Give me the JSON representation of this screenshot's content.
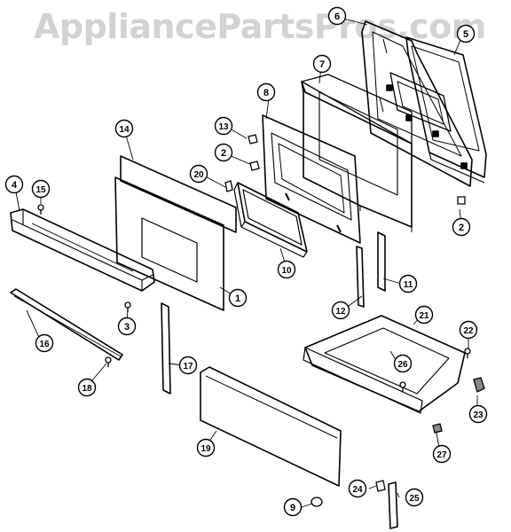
{
  "watermark": "AppliancePartsPros.com",
  "callouts": [
    "1",
    "2",
    "2",
    "2",
    "3",
    "4",
    "5",
    "6",
    "7",
    "8",
    "9",
    "10",
    "11",
    "12",
    "13",
    "14",
    "15",
    "16",
    "17",
    "18",
    "19",
    "20",
    "21",
    "22",
    "23",
    "24",
    "25",
    "26",
    "27"
  ]
}
